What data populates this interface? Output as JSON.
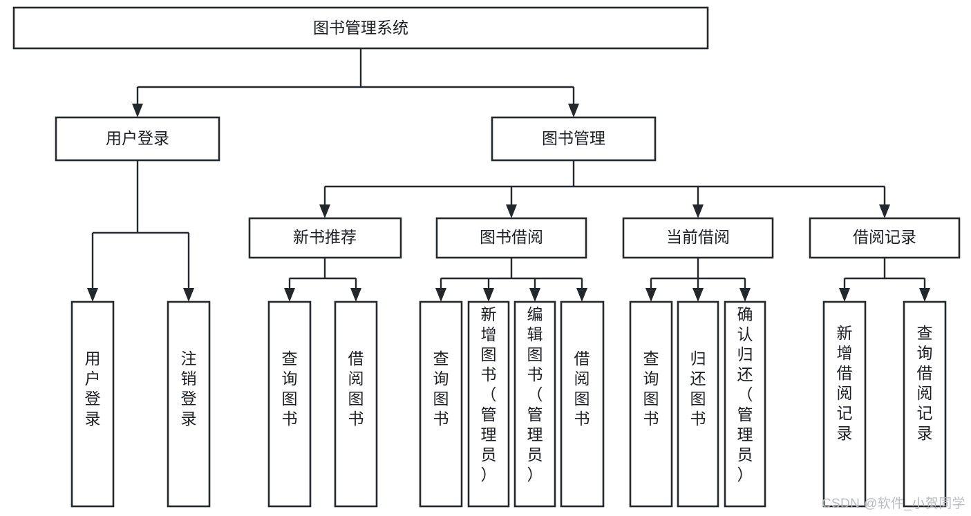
{
  "diagram": {
    "title": "图书管理系统",
    "type": "hierarchy-tree",
    "watermark": "CSDN @软件_小贺同学",
    "colors": {
      "stroke": "#23282d",
      "fill": "#ffffff",
      "text": "#1b1f24",
      "watermark": "#b9bcbf",
      "background": "#ffffff"
    },
    "levels": {
      "root": {
        "label": "图书管理系统",
        "orientation": "horizontal"
      },
      "level1": [
        {
          "id": "user-login",
          "label": "用户登录",
          "orientation": "horizontal"
        },
        {
          "id": "book-manage",
          "label": "图书管理",
          "orientation": "horizontal"
        }
      ],
      "level2": [
        {
          "id": "new-book-recommend",
          "label": "新书推荐",
          "orientation": "horizontal",
          "parent": "book-manage"
        },
        {
          "id": "book-borrow",
          "label": "图书借阅",
          "orientation": "horizontal",
          "parent": "book-manage"
        },
        {
          "id": "current-borrow",
          "label": "当前借阅",
          "orientation": "horizontal",
          "parent": "book-manage"
        },
        {
          "id": "borrow-record",
          "label": "借阅记录",
          "orientation": "horizontal",
          "parent": "book-manage"
        }
      ],
      "leaves": [
        {
          "id": "leaf-user-login",
          "label": "用户登录",
          "orientation": "vertical",
          "parent": "user-login"
        },
        {
          "id": "leaf-user-logout",
          "label": "注销登录",
          "orientation": "vertical",
          "parent": "user-login"
        },
        {
          "id": "leaf-query-book-1",
          "label": "查询图书",
          "orientation": "vertical",
          "parent": "new-book-recommend"
        },
        {
          "id": "leaf-borrow-book-1",
          "label": "借阅图书",
          "orientation": "vertical",
          "parent": "new-book-recommend"
        },
        {
          "id": "leaf-query-book-2",
          "label": "查询图书",
          "orientation": "vertical",
          "parent": "book-borrow"
        },
        {
          "id": "leaf-add-book",
          "label": "新增图书（管理员）",
          "orientation": "vertical",
          "parent": "book-borrow"
        },
        {
          "id": "leaf-edit-book",
          "label": "编辑图书（管理员）",
          "orientation": "vertical",
          "parent": "book-borrow"
        },
        {
          "id": "leaf-borrow-book-2",
          "label": "借阅图书",
          "orientation": "vertical",
          "parent": "book-borrow"
        },
        {
          "id": "leaf-query-book-3",
          "label": "查询图书",
          "orientation": "vertical",
          "parent": "current-borrow"
        },
        {
          "id": "leaf-return-book",
          "label": "归还图书",
          "orientation": "vertical",
          "parent": "current-borrow"
        },
        {
          "id": "leaf-confirm-return",
          "label": "确认归还（管理员）",
          "orientation": "vertical",
          "parent": "current-borrow"
        },
        {
          "id": "leaf-add-record",
          "label": "新增借阅记录",
          "orientation": "vertical",
          "parent": "borrow-record"
        },
        {
          "id": "leaf-query-record",
          "label": "查询借阅记录",
          "orientation": "vertical",
          "parent": "borrow-record"
        }
      ]
    }
  }
}
